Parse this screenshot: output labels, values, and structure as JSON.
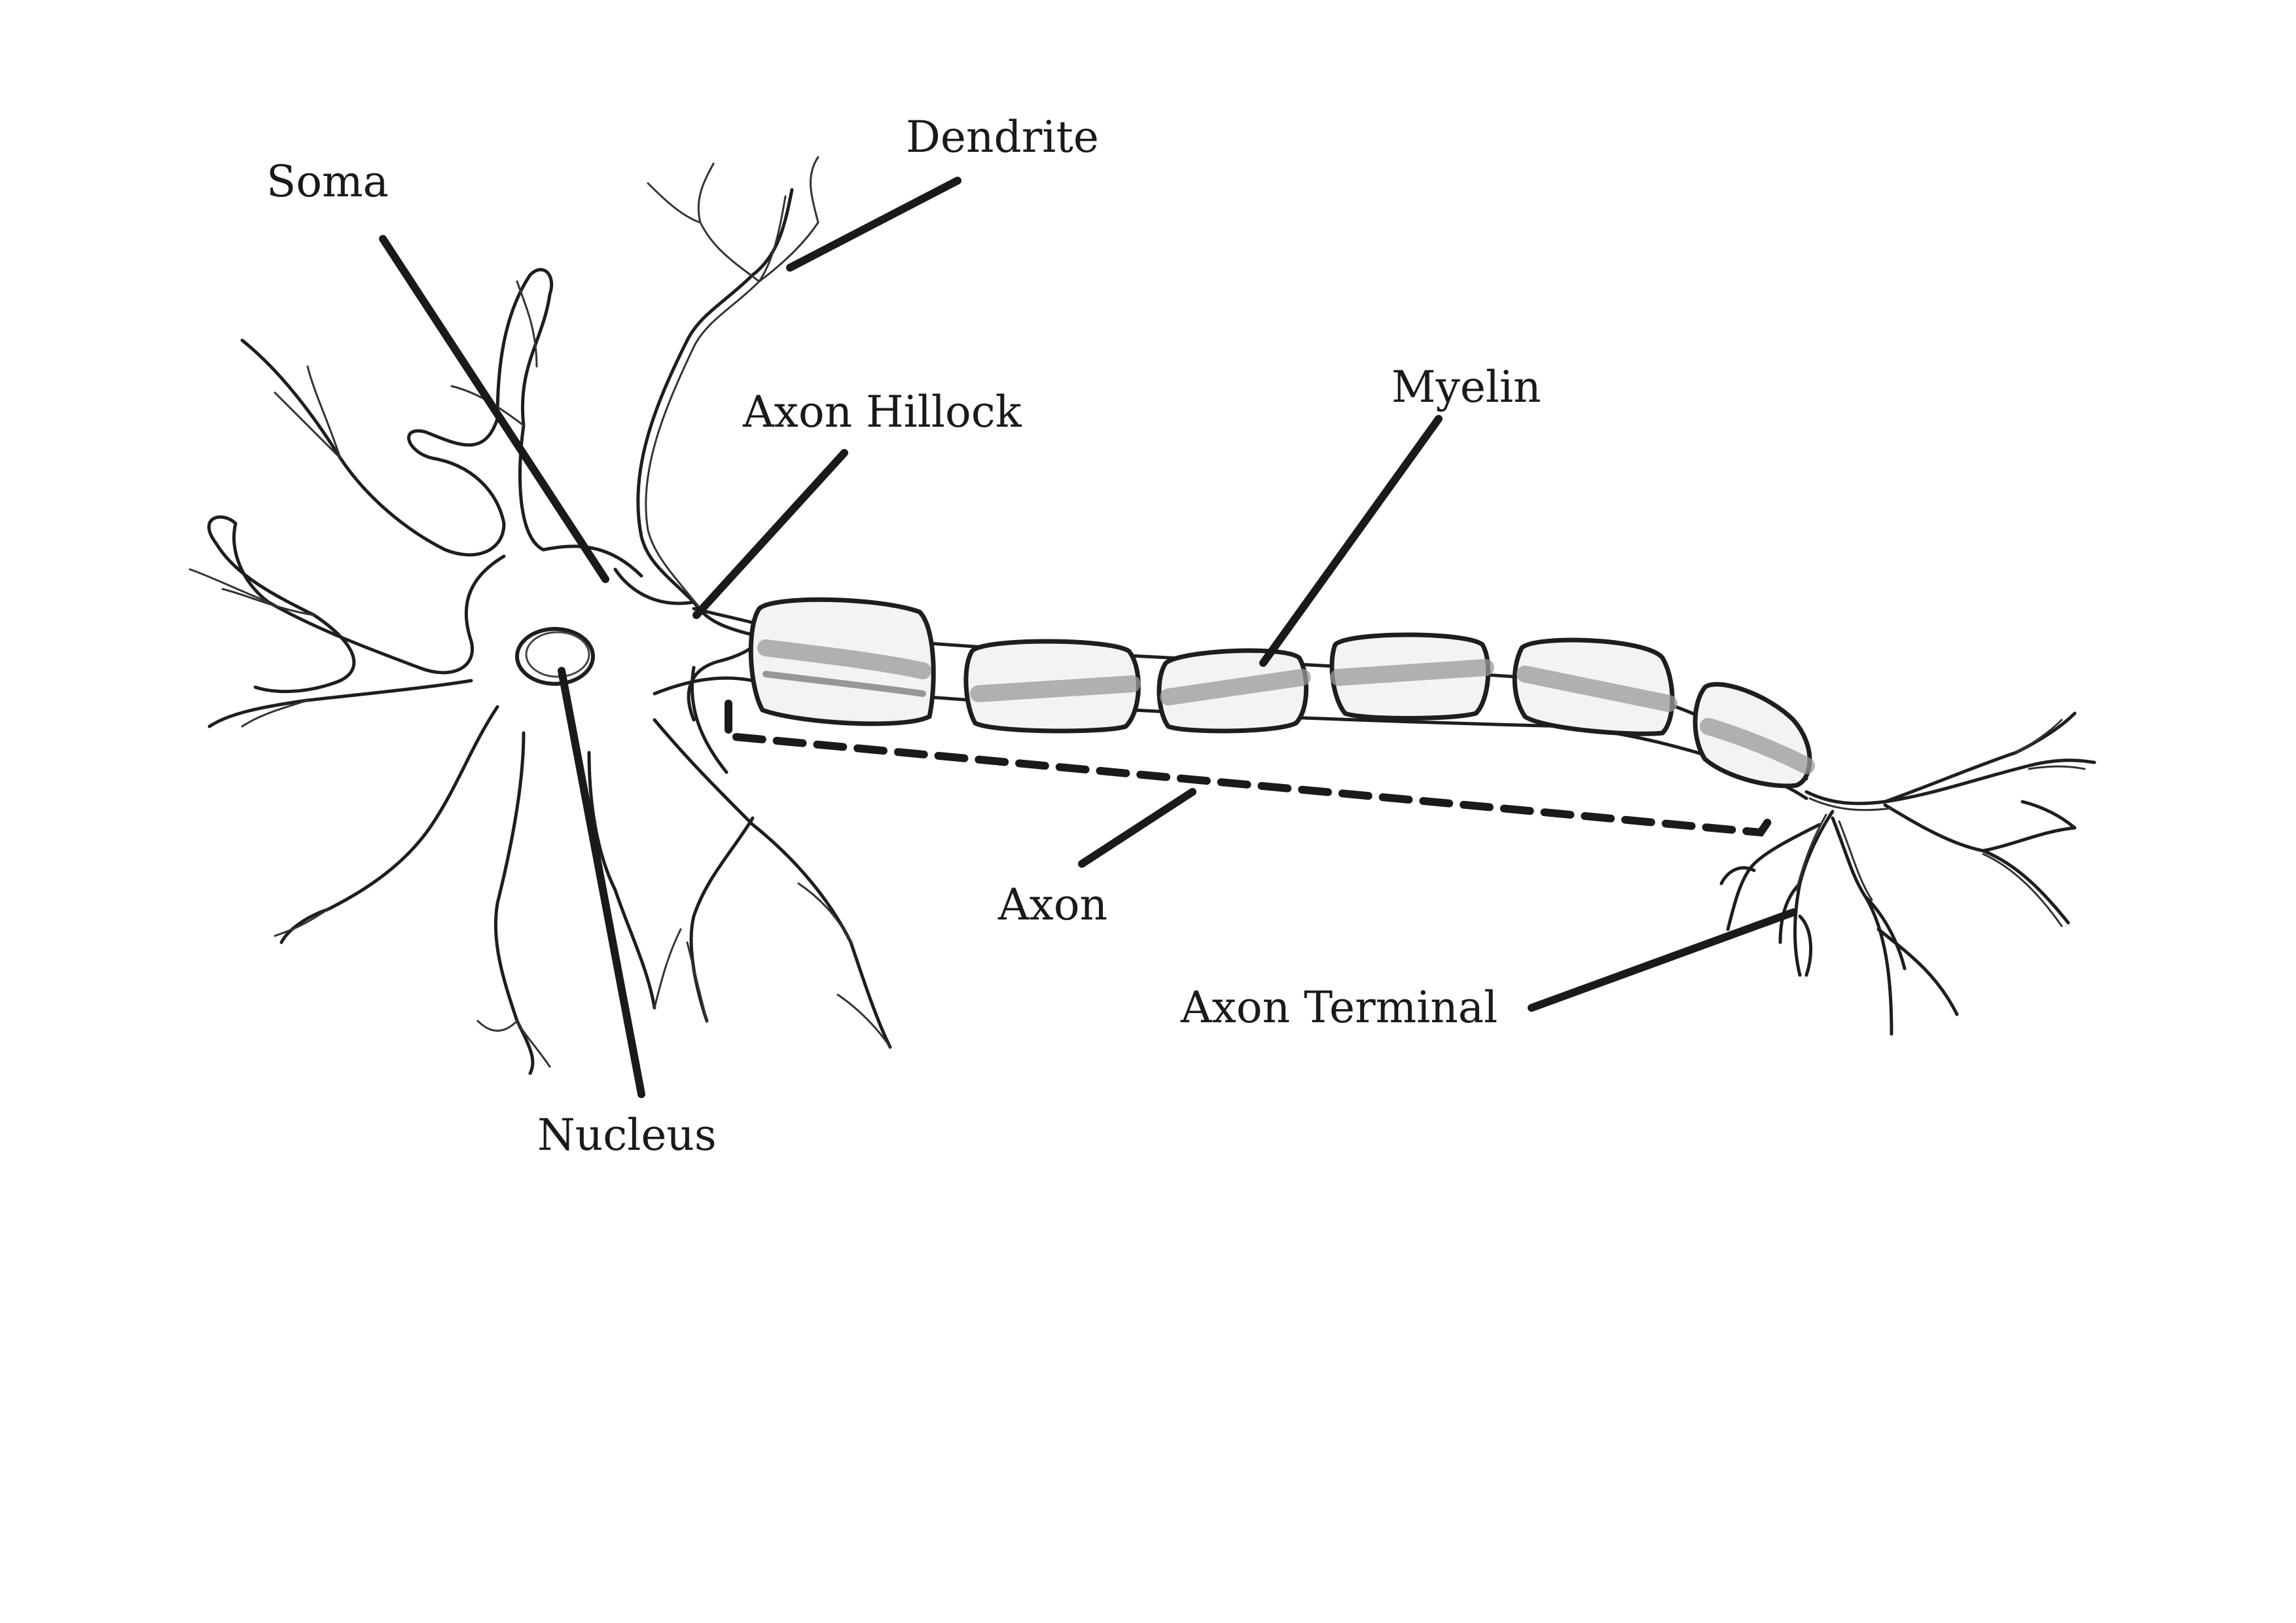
{
  "labels": {
    "soma": "Soma",
    "dendrite": "Dendrite",
    "axon_hillock": "Axon Hillock",
    "myelin": "Myelin",
    "axon": "Axon",
    "axon_terminal": "Axon Terminal",
    "nucleus": "Nucleus"
  },
  "colors": {
    "ink": "#1a1a1a",
    "background": "#ffffff",
    "myelin_fill": "#f3f3f3"
  }
}
